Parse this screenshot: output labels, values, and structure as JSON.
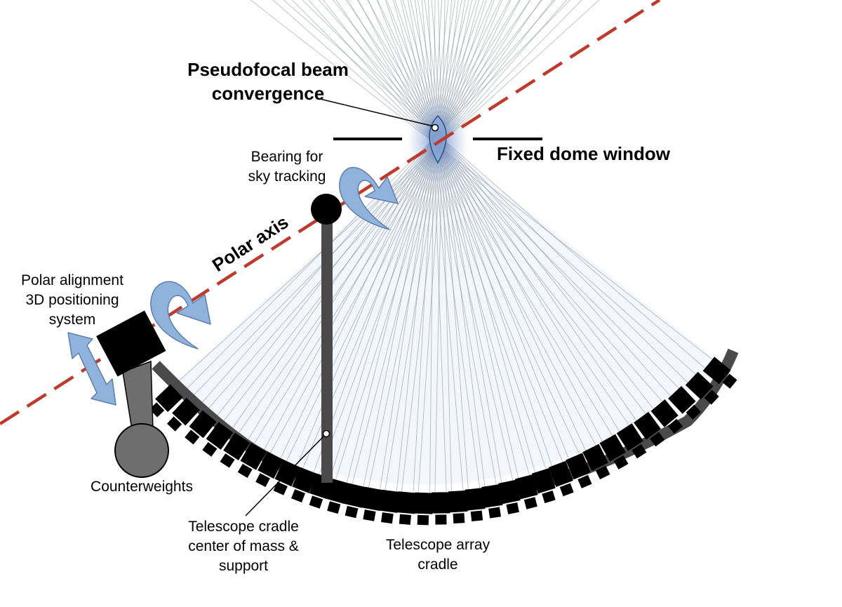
{
  "labels": {
    "pseudofocal_line1": "Pseudofocal beam",
    "pseudofocal_line2": "convergence",
    "fixed_dome_window": "Fixed dome window",
    "bearing_line1": "Bearing for",
    "bearing_line2": "sky tracking",
    "polar_axis": "Polar axis",
    "polar_alignment_line1": "Polar alignment",
    "polar_alignment_line2": "3D positioning",
    "polar_alignment_line3": "system",
    "counterweights": "Counterweights",
    "cradle_com_line1": "Telescope cradle",
    "cradle_com_line2": "center of mass &",
    "cradle_com_line3": "support",
    "array_cradle_line1": "Telescope array",
    "array_cradle_line2": "cradle"
  },
  "colors": {
    "polar_axis": "#c0392b",
    "rotation_arrow_fill": "#8fb3dd",
    "rotation_arrow_stroke": "#5d7fa8",
    "beam_glow": "#6f93c6",
    "telescope": "#000000",
    "support_gray": "#4a4a4a",
    "counterweight_gray": "#6e6e6e"
  },
  "telescope_array": {
    "telescope_count": 33
  }
}
